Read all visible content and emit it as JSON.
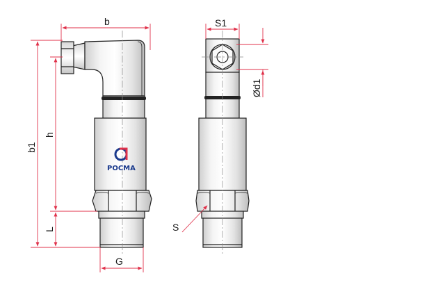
{
  "labels": {
    "b": "b",
    "b1": "b1",
    "h": "h",
    "L": "L",
    "G": "G",
    "S1": "S1",
    "d1": "Ød1",
    "S": "S"
  },
  "logo": {
    "text": "РОСМА",
    "icon": "rosma-logo-icon"
  },
  "colors": {
    "dimension": "#e0314a",
    "outline": "#222222",
    "logo_blue": "#1a3a8c",
    "logo_red": "#e0314a"
  }
}
